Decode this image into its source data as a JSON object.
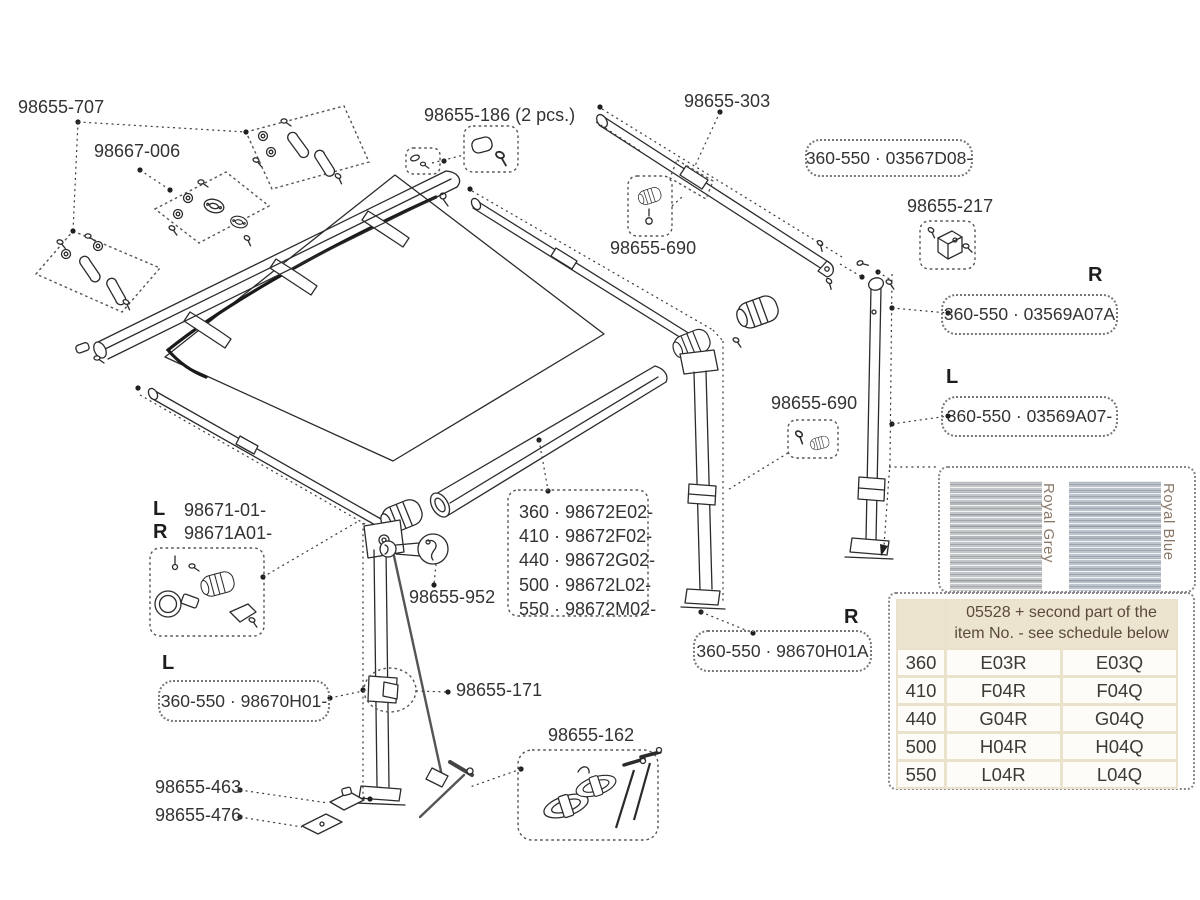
{
  "labels": {
    "kit707": "98655-707",
    "kit667": "98667-006",
    "kit186": "98655-186 (2 pcs.)",
    "bar303": "98655-303",
    "box_03567": "360-550 · 03567D08-",
    "bracket217": "98655-217",
    "knob690_top": "98655-690",
    "knob690_mid": "98655-690",
    "mark_r_leg": "R",
    "box_03569a": "360-550 · 03569A07A",
    "mark_l_leg": "L",
    "box_03569": "360-550 · 03569A07-",
    "mark_l_knuckle": "L",
    "knuckle_left": "98671-01-",
    "mark_r_knuckle": "R",
    "knuckle_right": "98671A01-",
    "hook952": "98655-952",
    "mark_l_legkit": "L",
    "box_98670l": "360-550 · 98670H01-",
    "clip171": "98655-171",
    "foot463": "98655-463",
    "foot476": "98655-476",
    "kit162": "98655-162",
    "mark_r_legkit": "R",
    "box_98670r": "360-550 · 98670H01A"
  },
  "roller_kit": {
    "lines": [
      "360 · 98672E02-",
      "410 · 98672F02-",
      "440 · 98672G02-",
      "500 · 98672L02-",
      "550 · 98672M02-"
    ]
  },
  "fabric": {
    "swatches": [
      {
        "name": "Royal Grey"
      },
      {
        "name": "Royal Blue"
      }
    ]
  },
  "table": {
    "header": "05528 + second part of the item No. - see schedule below",
    "rows": [
      {
        "size": "360",
        "col1": "E03R",
        "col2": "E03Q"
      },
      {
        "size": "410",
        "col1": "F04R",
        "col2": "F04Q"
      },
      {
        "size": "440",
        "col1": "G04R",
        "col2": "G04Q"
      },
      {
        "size": "500",
        "col1": "H04R",
        "col2": "H04Q"
      },
      {
        "size": "550",
        "col1": "L04R",
        "col2": "L04Q"
      }
    ]
  },
  "colors": {
    "beige": "#ece4cf",
    "header_text": "#5b4a39",
    "swatch_label": "#8a7766",
    "line": "#2b2b2b"
  }
}
